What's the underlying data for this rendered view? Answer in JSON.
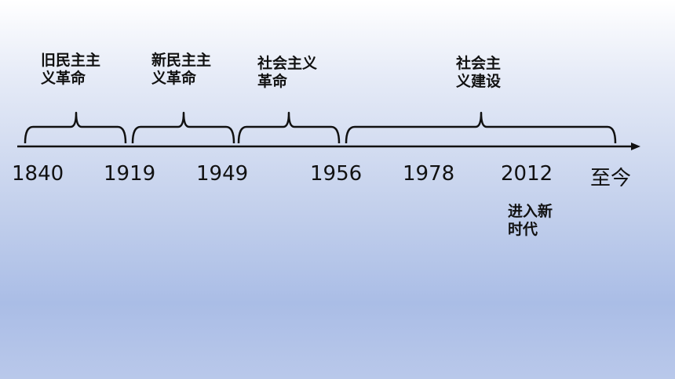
{
  "periods": [
    {
      "line1": "旧民主主",
      "line2": "义革命"
    },
    {
      "line1": "新民主主",
      "line2": "义革命"
    },
    {
      "line1": "社会主义",
      "line2": "革命"
    },
    {
      "line1": "社会主",
      "line2": "义建设"
    }
  ],
  "years": [
    "1840",
    "1919",
    "1949",
    "1956",
    "1978",
    "2012",
    "至今"
  ],
  "milestone": {
    "line1": "进入新",
    "line2": "时代"
  }
}
